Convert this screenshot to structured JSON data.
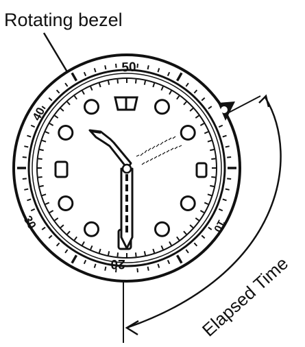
{
  "callouts": {
    "bezel_label": "Rotating bezel",
    "elapsed_label": "Elapsed Time"
  },
  "bezel": {
    "numbers": [
      "50",
      "40",
      "30",
      "20",
      "10"
    ]
  }
}
